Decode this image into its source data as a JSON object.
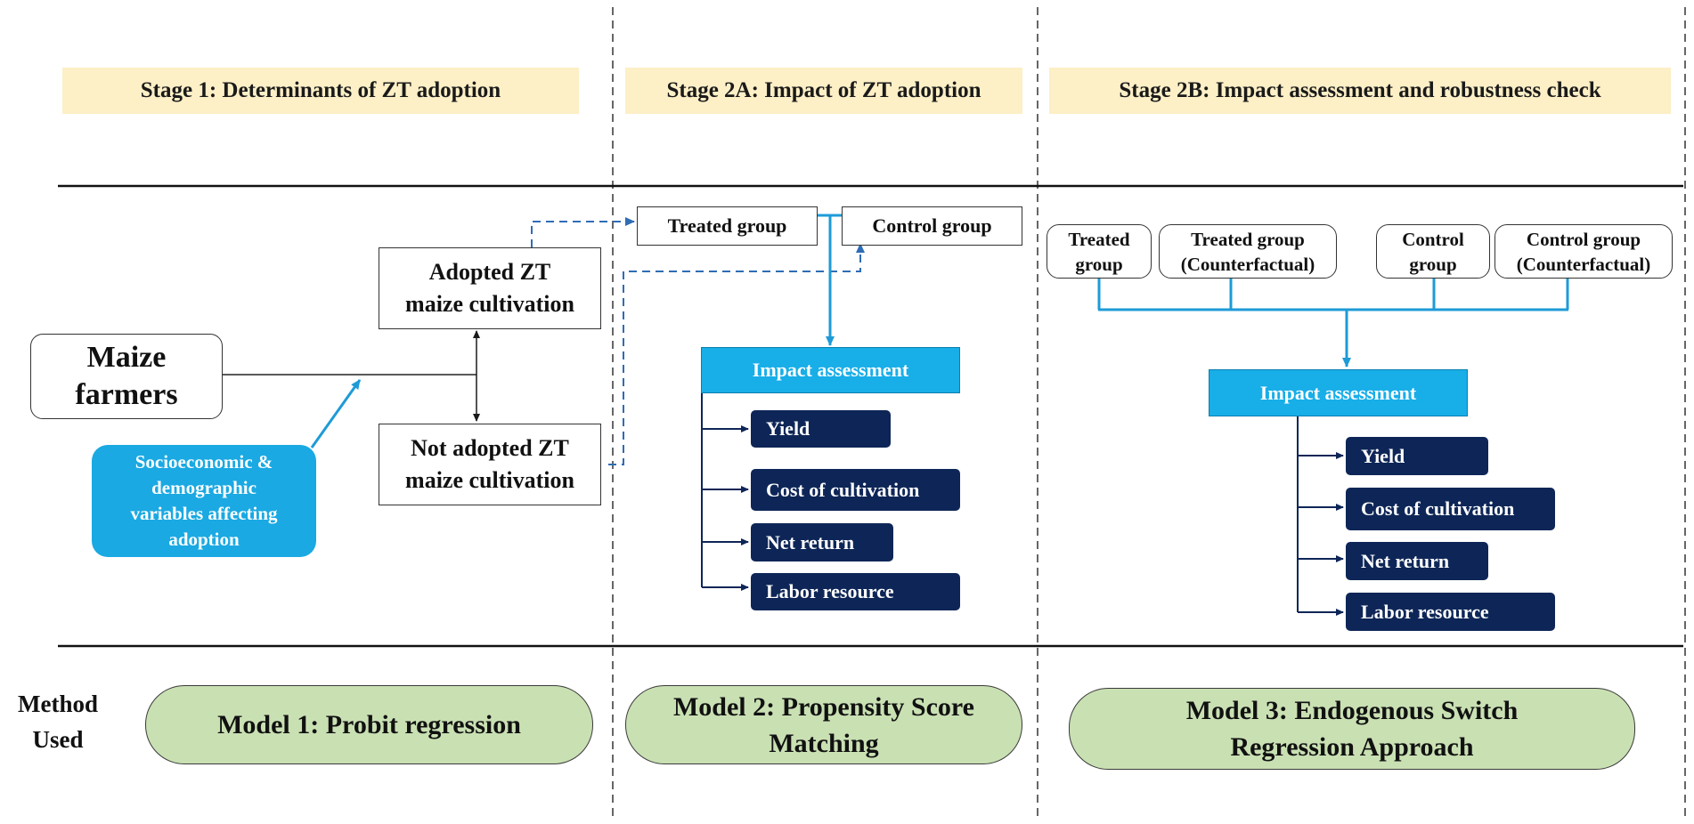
{
  "stages": {
    "stage1": "Stage 1: Determinants of ZT adoption",
    "stage2a": "Stage 2A: Impact of ZT adoption",
    "stage2b": "Stage 2B: Impact assessment and robustness check"
  },
  "stage1": {
    "farmers": [
      "Maize",
      "farmers"
    ],
    "adopted": [
      "Adopted ZT",
      "maize cultivation"
    ],
    "not_adopted": [
      "Not adopted ZT",
      "maize cultivation"
    ],
    "socio": [
      "Socioeconomic &",
      "demographic",
      "variables affecting",
      "adoption"
    ]
  },
  "stage2a": {
    "treated": "Treated group",
    "control": "Control  group",
    "impact": "Impact  assessment",
    "outcomes": [
      "Yield",
      "Cost of cultivation",
      "Net return",
      "Labor resource"
    ]
  },
  "stage2b": {
    "groups": [
      [
        "Treated",
        "group"
      ],
      [
        "Treated group",
        "(Counterfactual)"
      ],
      [
        "Control",
        "group"
      ],
      [
        "Control group",
        "(Counterfactual)"
      ]
    ],
    "impact": "Impact  assessment",
    "outcomes": [
      "Yield",
      "Cost of cultivation",
      "Net return",
      "Labor resource"
    ]
  },
  "method": {
    "label": [
      "Method",
      "Used"
    ],
    "models": [
      [
        "Model 1: Probit regression"
      ],
      [
        "Model 2: Propensity Score",
        "Matching"
      ],
      [
        "Model 3: Endogenous Switch",
        "Regression Approach"
      ]
    ]
  },
  "colors": {
    "header_bg": "#fdefc6",
    "impact_blue": "#18aee8",
    "outcome_navy": "#0e2657",
    "model_green": "#c9e0b3",
    "connector_blue": "#1e9bd7",
    "dashed_blue": "#2f6db5"
  }
}
